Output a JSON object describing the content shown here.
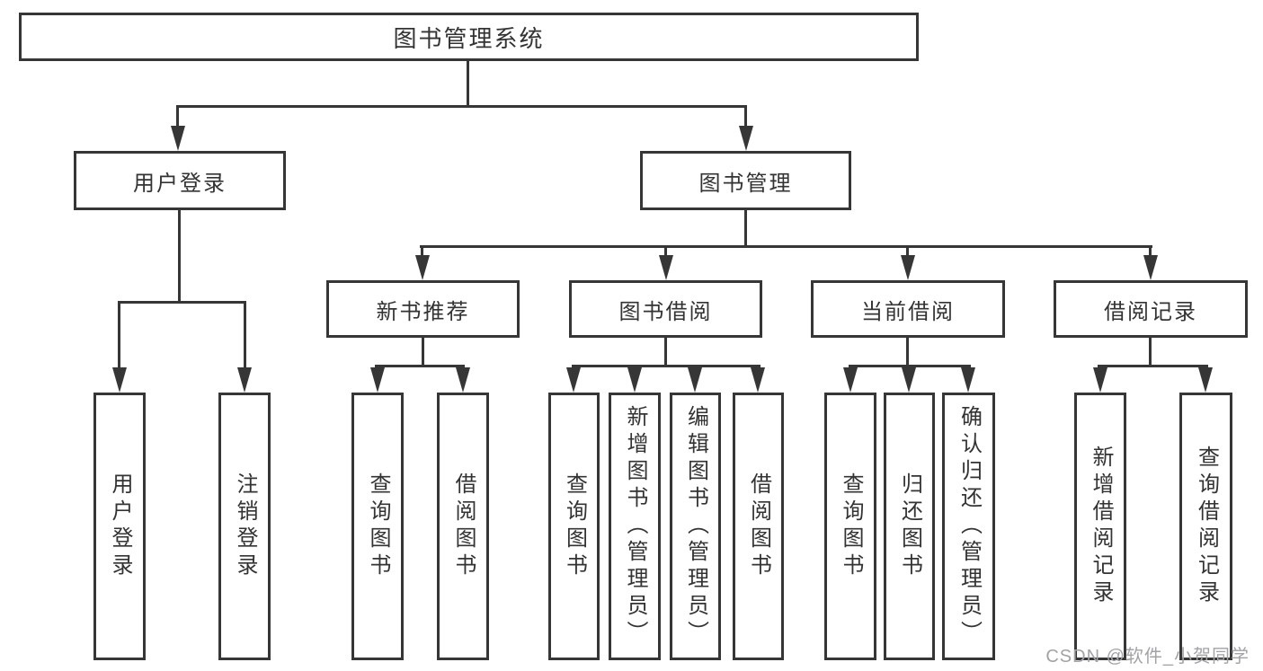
{
  "root": {
    "label": "图书管理系统"
  },
  "branches": [
    {
      "label": "用户登录",
      "children": [
        "用户登录",
        "注销登录"
      ]
    },
    {
      "label": "图书管理",
      "children": [
        {
          "label": "新书推荐",
          "children": [
            "查询图书",
            "借阅图书"
          ]
        },
        {
          "label": "图书借阅",
          "children": [
            "查询图书",
            "新增图书（管理员）",
            "编辑图书（管理员）",
            "借阅图书"
          ]
        },
        {
          "label": "当前借阅",
          "children": [
            "查询图书",
            "归还图书",
            "确认归还（管理员）"
          ]
        },
        {
          "label": "借阅记录",
          "children": [
            "新增借阅记录",
            "查询借阅记录"
          ]
        }
      ]
    }
  ],
  "watermark": "CSDN @软件_小贺同学",
  "colors": {
    "line": "#363636",
    "text": "#333333",
    "watermark": "#a3a3a7",
    "background": "#ffffff"
  }
}
